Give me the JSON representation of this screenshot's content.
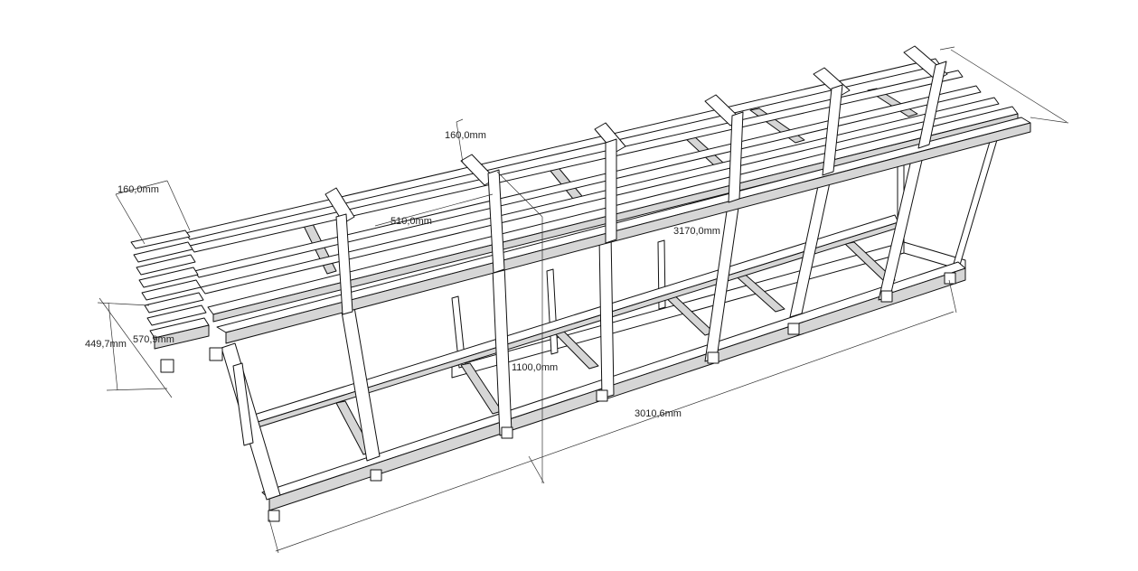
{
  "colors": {
    "background": "#ffffff",
    "edge": "#111111",
    "face": "#ffffff",
    "shade": "#d6d6d6",
    "dimension": "#333333"
  },
  "dimensions": {
    "top_width": "160,0mm",
    "post_width": "160,0mm",
    "spacing": "510,0mm",
    "top_length": "3170,0mm",
    "height_left": "449,7mm",
    "depth_left": "570,9mm",
    "height": "1100,0mm",
    "length": "3010,6mm"
  }
}
